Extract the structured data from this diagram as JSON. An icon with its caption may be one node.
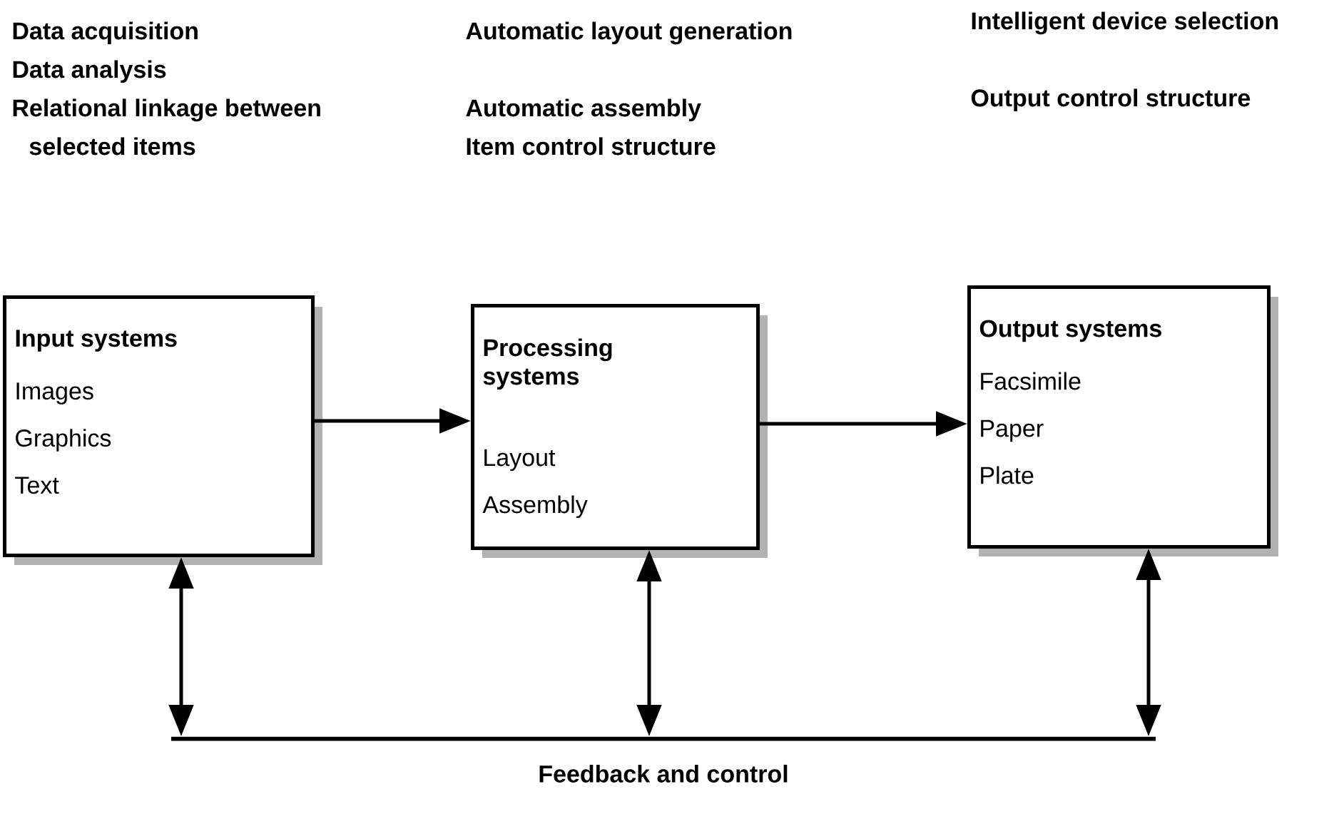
{
  "diagram": {
    "nodes": [
      {
        "text": [
          "Input systems",
          "Images",
          "Graphics",
          "Text"
        ]
      },
      {
        "text": [
          "Processing systems",
          "Layout",
          "Assembly"
        ]
      },
      {
        "text": [
          "Output systems",
          "Facsimile",
          "Paper",
          "Plate"
        ]
      },
      {
        "text": [
          "Feedback and control"
        ]
      }
    ],
    "edges": [
      {
        "from": 0,
        "to": 1,
        "arrow": "to"
      },
      {
        "from": 1,
        "to": 2,
        "arrow": "to"
      },
      {
        "from": 0,
        "to": 3,
        "arrow": "both"
      },
      {
        "from": 1,
        "to": 3,
        "arrow": "both"
      },
      {
        "from": 2,
        "to": 3,
        "arrow": "both"
      }
    ],
    "labels": [
      "Data acquisition",
      "Data analysis",
      "Relational linkage between selected items",
      "Automatic layout generation",
      "Automatic assembly",
      "Item control structure",
      "Intelligent device selection",
      "Output control structure"
    ]
  }
}
